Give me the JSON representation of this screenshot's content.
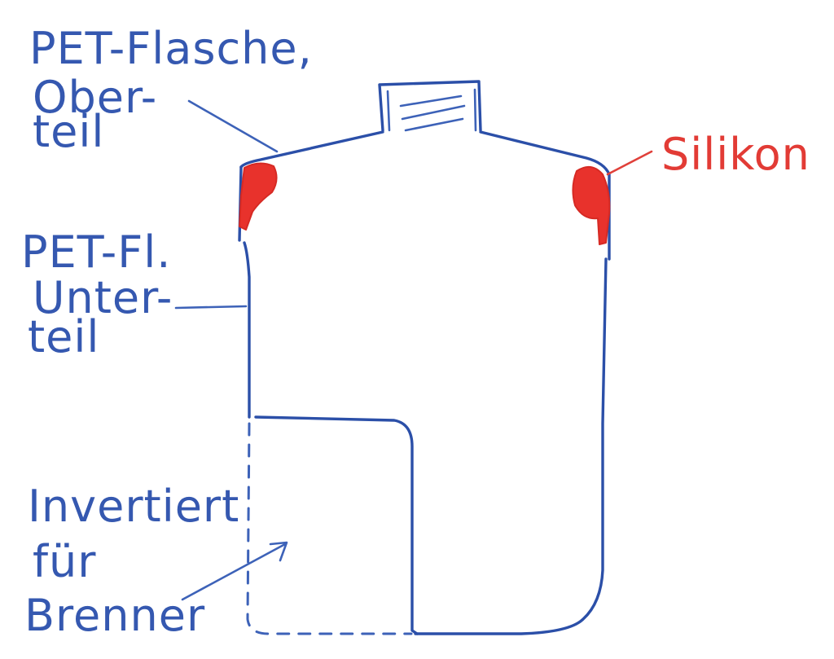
{
  "labels": {
    "top_part": [
      "PET-Flasche,",
      "Ober-",
      "teil"
    ],
    "sealant": "Silikon",
    "bottom_part": [
      "PET-Fl.",
      "Unter-",
      "teil"
    ],
    "inverted": [
      "Invertiert",
      "für",
      "Brenner"
    ]
  },
  "colors": {
    "ink": "#2b4fa8",
    "silicone": "#e8322c"
  }
}
